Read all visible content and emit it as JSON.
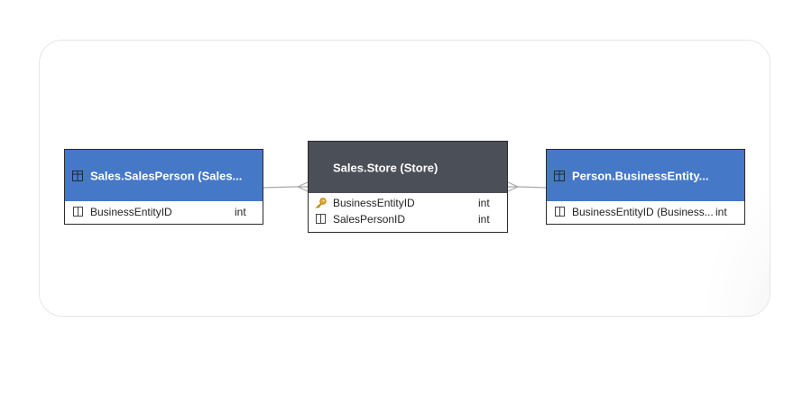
{
  "diagram": {
    "entities": [
      {
        "id": "sales-salesperson",
        "title": "Sales.SalesPerson (Sales...",
        "style": "blue",
        "header_icon": "table-icon",
        "columns": [
          {
            "name": "BusinessEntityID",
            "type": "int",
            "icon": "column-icon"
          }
        ]
      },
      {
        "id": "sales-store",
        "title": "Sales.Store (Store)",
        "style": "dark",
        "header_icon": "",
        "columns": [
          {
            "name": "BusinessEntityID",
            "type": "int",
            "icon": "key-icon"
          },
          {
            "name": "SalesPersonID",
            "type": "int",
            "icon": "column-icon"
          }
        ]
      },
      {
        "id": "person-businessentity",
        "title": "Person.BusinessEntity...",
        "style": "blue",
        "header_icon": "table-icon",
        "columns": [
          {
            "name": "BusinessEntityID (Business...",
            "type": "int",
            "icon": "column-icon"
          }
        ]
      }
    ],
    "relationships": [
      {
        "from": "sales-salesperson",
        "to": "sales-store",
        "end": "many"
      },
      {
        "from": "person-businessentity",
        "to": "sales-store",
        "end": "many"
      }
    ],
    "colors": {
      "header_blue": "#4678c8",
      "header_dark": "#4b4f58",
      "connector": "#9a9a9a",
      "key": "#e0a82e"
    }
  }
}
